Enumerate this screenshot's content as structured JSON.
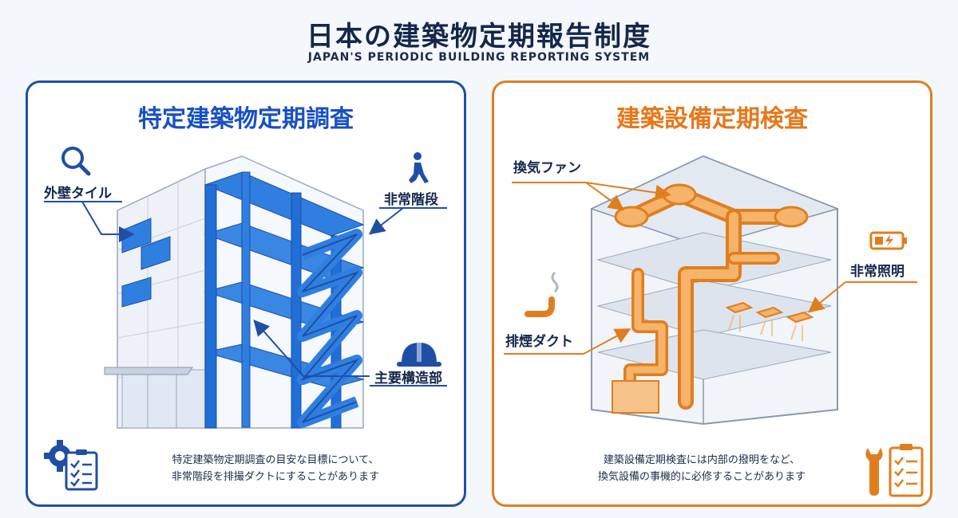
{
  "header": {
    "title": "日本の建築物定期報告制度",
    "subtitle": "JAPAN'S PERIODIC BUILDING REPORTING SYSTEM"
  },
  "left_panel": {
    "title": "特定建築物定期調査",
    "labels": {
      "exterior_tile": "外壁タイル",
      "emergency_stairs": "非常階段",
      "main_structure": "主要構造部"
    },
    "caption_line1": "特定建築物定期調査の目安な目標について、",
    "caption_line2": "非常階段を排撮ダクトにすることがあります",
    "accent_color": "#1f4fa5"
  },
  "right_panel": {
    "title": "建築設備定期検査",
    "labels": {
      "ventilation_fan": "換気ファン",
      "emergency_lighting": "非常照明",
      "smoke_duct": "排煙ダクト"
    },
    "caption_line1": "建築設備定期検査には内部の撥明をなど、",
    "caption_line2": "換気設備の事機的に必修することがあります",
    "accent_color": "#e07e1f"
  },
  "icons": {
    "left": [
      "search-icon",
      "walking-person-icon",
      "hard-hat-icon",
      "gear-checklist-icon"
    ],
    "right": [
      "pipe-icon",
      "battery-icon",
      "wrench-checklist-icon"
    ]
  }
}
